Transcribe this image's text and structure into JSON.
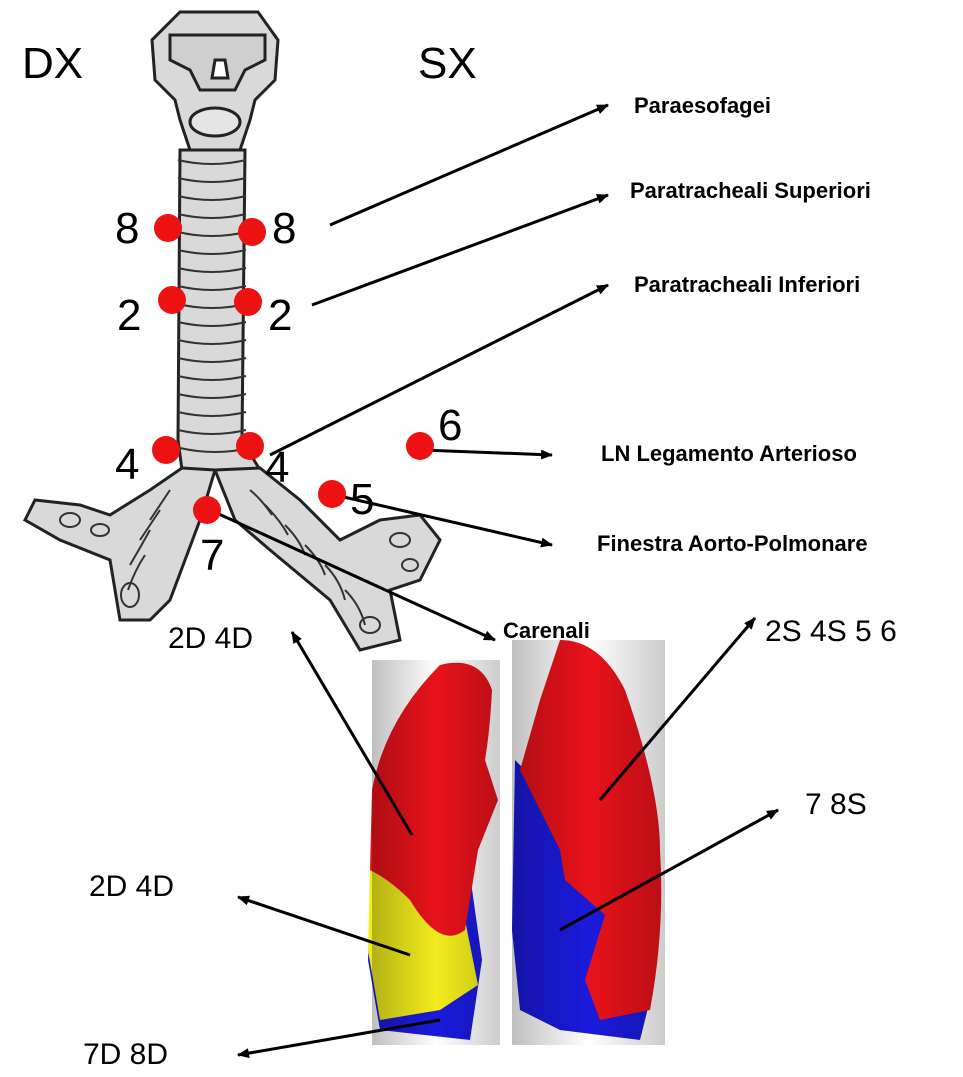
{
  "sides": {
    "right": "DX",
    "left": "SX"
  },
  "stations": {
    "s8_dx": "8",
    "s8_sx": "8",
    "s2_dx": "2",
    "s2_sx": "2",
    "s4_dx": "4",
    "s4_sx": "4",
    "s5": "5",
    "s6": "6",
    "s7": "7"
  },
  "node_labels": {
    "paraesofagei": "Paraesofagei",
    "paratracheali_sup": "Paratracheali Superiori",
    "paratracheali_inf": "Paratracheali Inferiori",
    "legamento": "LN Legamento Arterioso",
    "finestra": "Finestra Aorto-Polmonare",
    "carenali": "Carenali"
  },
  "lung_labels": {
    "right_upper": "2D 4D",
    "left_upper": "2S 4S 5 6",
    "left_lower": "7 8S",
    "right_middle": "2D 4D",
    "right_lower": "7D 8D"
  },
  "colors": {
    "airway_fill": "#d9d9d9",
    "airway_stroke": "#222222",
    "node_red": "#ee1111",
    "lung_red": "#e8121a",
    "lung_blue": "#1a1adc",
    "lung_yellow": "#f2ec1c",
    "arrow": "#000000"
  }
}
